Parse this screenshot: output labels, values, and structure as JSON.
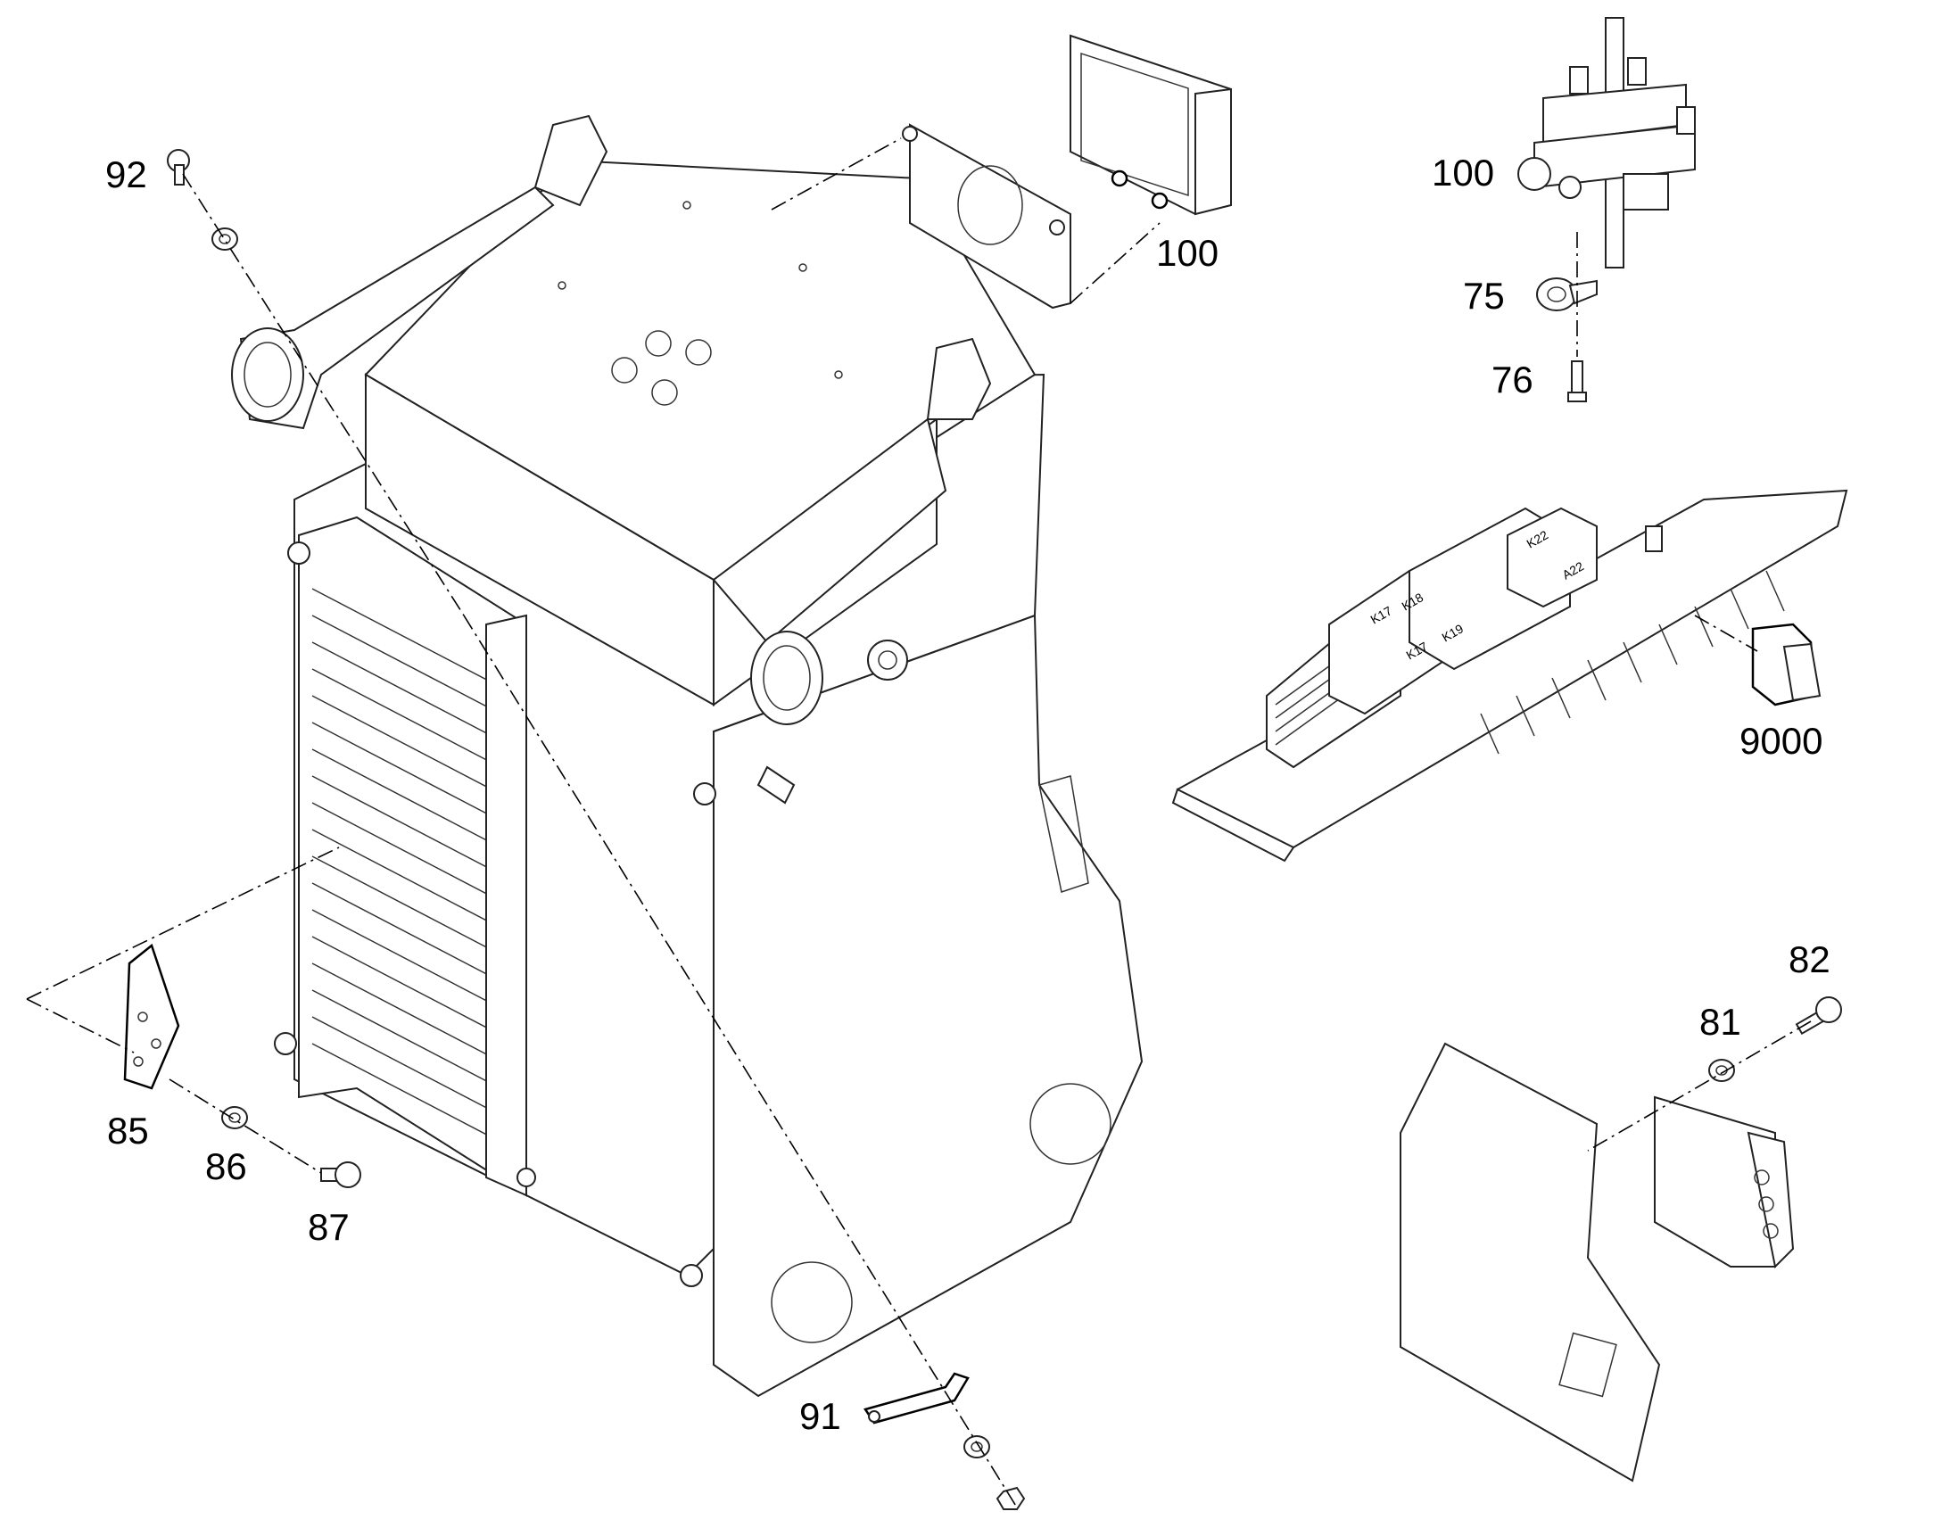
{
  "callouts": {
    "c92": "92",
    "c100_top": "100",
    "c100_right": "100",
    "c75": "75",
    "c76": "76",
    "c9000": "9000",
    "c82": "82",
    "c81": "81",
    "c85": "85",
    "c86": "86",
    "c87": "87",
    "c91": "91"
  },
  "relay_labels": {
    "k17a": "K17",
    "k18": "K18",
    "k17b": "K17",
    "k19": "K19",
    "k22": "K22",
    "a22": "A22"
  },
  "colors": {
    "line": "#222222",
    "background": "#ffffff"
  }
}
